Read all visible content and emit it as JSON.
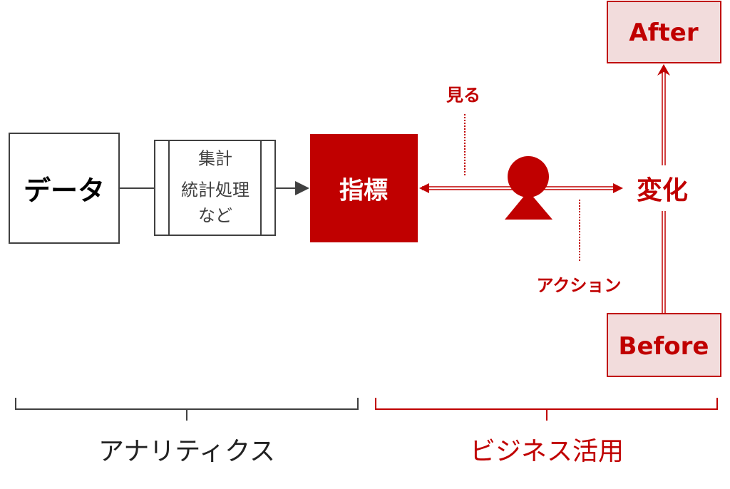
{
  "nodes": {
    "data": "データ",
    "process": [
      "集計",
      "統計処理",
      "など"
    ],
    "indicator": "指標",
    "change": "変化",
    "after": "After",
    "before": "Before"
  },
  "labels": {
    "see": "見る",
    "action": "アクション"
  },
  "sections": {
    "analytics": "アナリティクス",
    "business": "ビジネス活用"
  },
  "colors": {
    "accent": "#c00000",
    "accent_light": "#f2dcdc",
    "neutral": "#404040"
  }
}
